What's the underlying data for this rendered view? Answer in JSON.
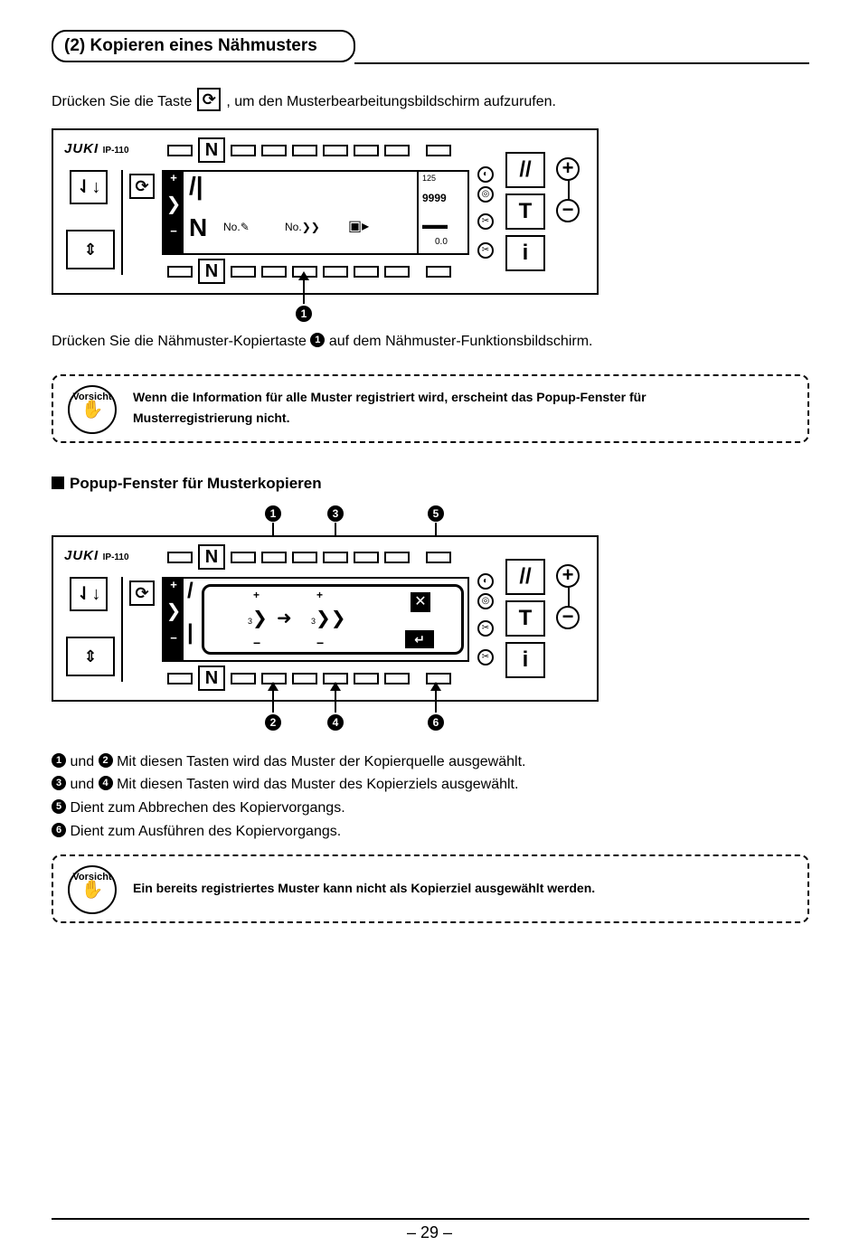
{
  "section": {
    "title": "(2) Kopieren eines Nähmusters"
  },
  "intro": {
    "before": "Drücken Sie die Taste",
    "after": ", um den Musterbearbeitungsbildschirm aufzurufen."
  },
  "panel": {
    "brand": "JUKI",
    "model": "IP-110",
    "top_key": "N",
    "bottom_key": "N",
    "plus": "+",
    "minus": "−",
    "counter_value": "9999",
    "counter_top": "125",
    "speed_value": "0.0",
    "side_keys": {
      "reset": "//",
      "thread": "T",
      "info": "i"
    },
    "pattern_no_label": "No.",
    "popup_plus": "+",
    "popup_minus": "−",
    "popup_source_no": "3",
    "popup_target_no": "3"
  },
  "panel1_callout": "1",
  "instruction": {
    "before": "Drücken Sie die Nähmuster-Kopiertaste",
    "marker": "1",
    "after": "auf dem Nähmuster-Funktionsbildschirm."
  },
  "caution1": {
    "badge": "Vorsicht",
    "line1": "Wenn die Information für alle Muster registriert wird, erscheint das Popup-Fenster für",
    "line2": "Musterregistrierung nicht."
  },
  "popup_heading": "Popup-Fenster für Musterkopieren",
  "popup_callouts": {
    "c1": "1",
    "c2": "2",
    "c3": "3",
    "c4": "4",
    "c5": "5",
    "c6": "6"
  },
  "legend": [
    {
      "m1": "1",
      "und": "und",
      "m2": "2",
      "text": "Mit diesen Tasten wird das Muster der Kopierquelle ausgewählt."
    },
    {
      "m1": "3",
      "und": "und",
      "m2": "4",
      "text": "Mit diesen Tasten wird das Muster des Kopierziels ausgewählt."
    },
    {
      "m1": "5",
      "text": "Dient zum Abbrechen des Kopiervorgangs."
    },
    {
      "m1": "6",
      "text": "Dient zum Ausführen des Kopiervorgangs."
    }
  ],
  "caution2": {
    "badge": "Vorsicht",
    "line1": "Ein bereits registriertes Muster kann nicht als Kopierziel ausgewählt werden."
  },
  "page_number": "– 29 –"
}
